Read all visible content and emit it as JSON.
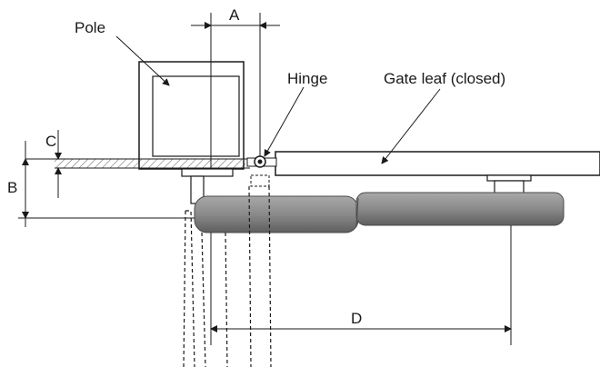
{
  "labels": {
    "pole": "Pole",
    "hinge": "Hinge",
    "gate_leaf": "Gate leaf (closed)"
  },
  "dimensions": {
    "a": "A",
    "b": "B",
    "c": "C",
    "d": "D"
  },
  "colors": {
    "line": "#1a1a1a",
    "actuator_fill": "#8c8c8c",
    "actuator_dark": "#6e6e6e",
    "hatch": "#555555"
  }
}
